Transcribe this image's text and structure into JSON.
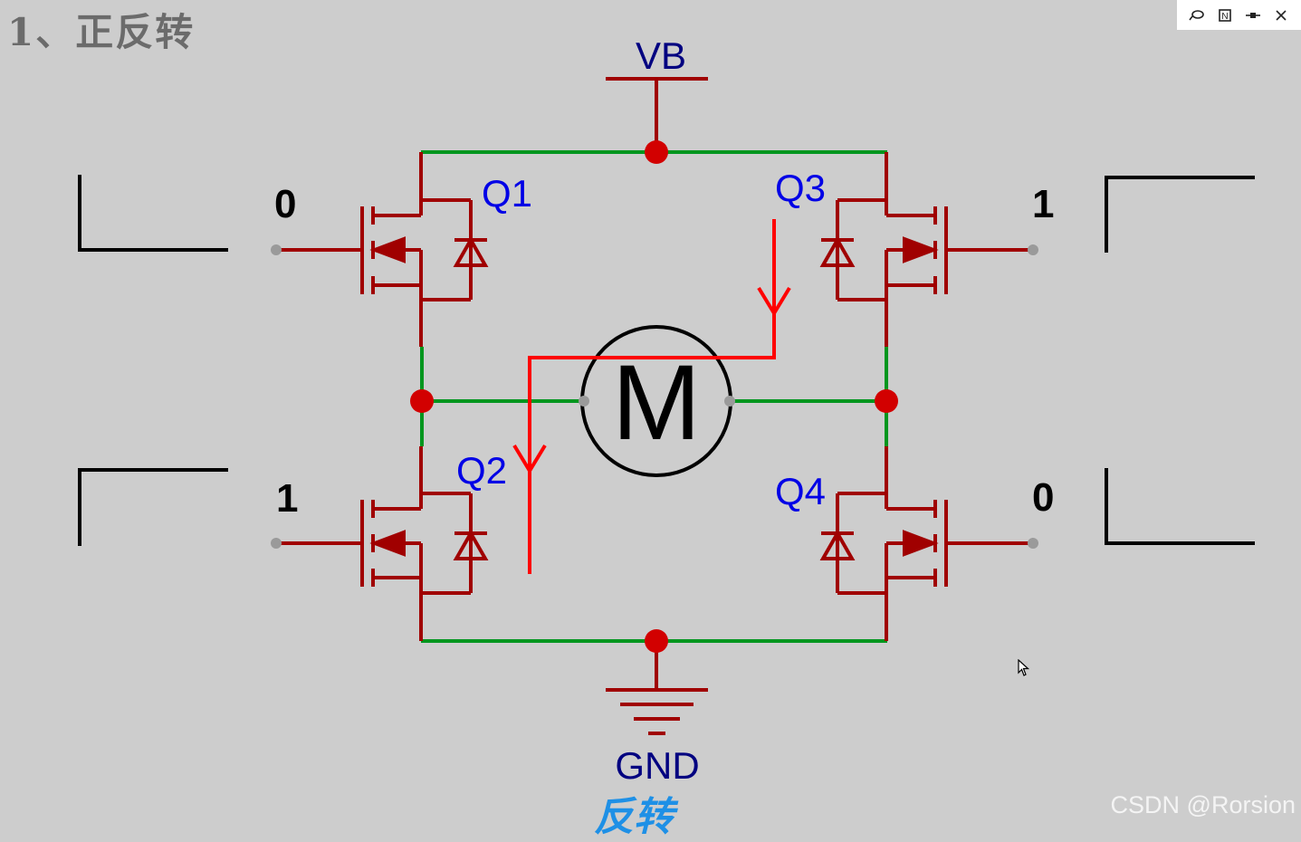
{
  "heading": "1、正反转",
  "supply_label": "VB",
  "ground_label": "GND",
  "motor_label": "M",
  "transistors": [
    {
      "label": "Q1",
      "gate_input": "0"
    },
    {
      "label": "Q2",
      "gate_input": "1"
    },
    {
      "label": "Q3",
      "gate_input": "1"
    },
    {
      "label": "Q4",
      "gate_input": "0"
    }
  ],
  "caption": "反转",
  "watermark": "CSDN @Rorsion",
  "toolbar": {
    "icons": [
      "lasso-icon",
      "net-label-icon",
      "pin-icon",
      "close-icon"
    ]
  },
  "colors": {
    "background": "#cdcdcd",
    "component": "#a00000",
    "wire": "#00961e",
    "junction": "#d20000",
    "current_path": "#ff0000",
    "ref_label": "#0000e6",
    "power_label": "#000080",
    "caption": "#1e90e6"
  }
}
